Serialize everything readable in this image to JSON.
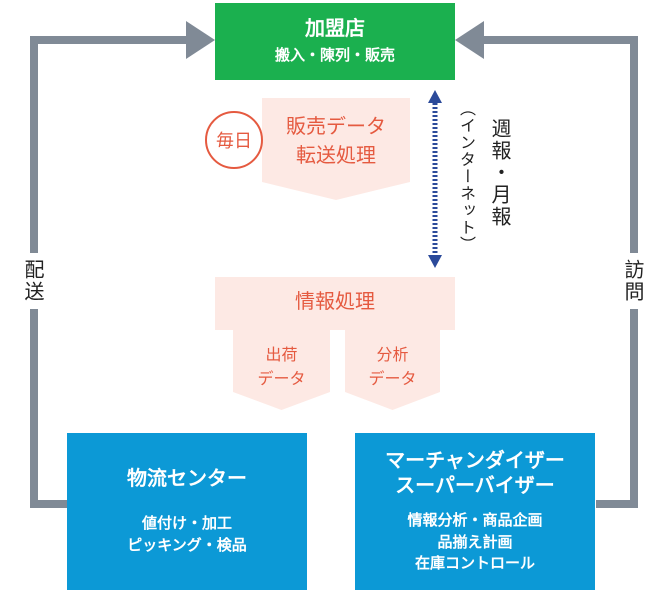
{
  "colors": {
    "green": "#1BB04F",
    "blue": "#0C99D6",
    "gray": "#808A96",
    "pink": "#FDE9E4",
    "red": "#E55A40",
    "navy": "#2B4A9A"
  },
  "top_box": {
    "title": "加盟店",
    "sub": "搬入・陳列・販売"
  },
  "left_label": "配送",
  "right_label": "訪問",
  "daily_badge": "毎日",
  "sales_transfer": {
    "line1": "販売データ",
    "line2": "転送処理"
  },
  "report_label": "週報・月報",
  "report_sub": "（インターネット）",
  "info_processing": {
    "title": "情報処理",
    "left": {
      "line1": "出荷",
      "line2": "データ"
    },
    "right": {
      "line1": "分析",
      "line2": "データ"
    }
  },
  "logistics_box": {
    "title": "物流センター",
    "sub1": "値付け・加工",
    "sub2": "ピッキング・検品"
  },
  "merch_box": {
    "title1": "マーチャンダイザー",
    "title2": "スーパーバイザー",
    "sub1": "情報分析・商品企画",
    "sub2": "品揃え計画",
    "sub3": "在庫コントロール"
  }
}
